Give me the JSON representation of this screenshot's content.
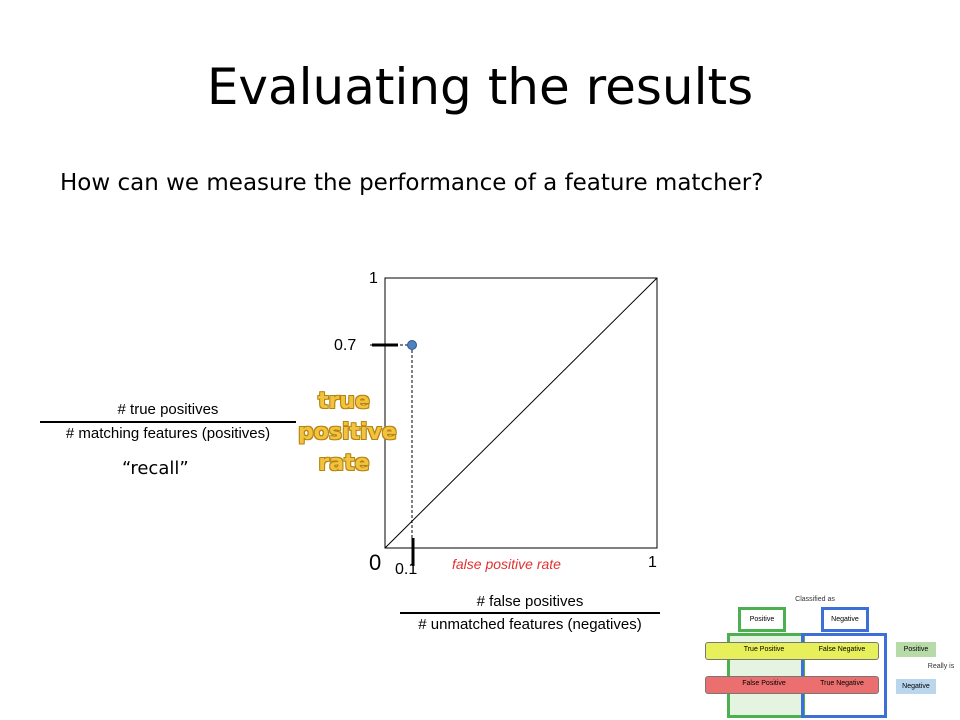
{
  "slide": {
    "title": "Evaluating the results",
    "subtitle": "How can we measure the performance of a feature matcher?"
  },
  "roc_plot": {
    "y_top_label": "1",
    "origin_label": "0",
    "x_right_label": "1",
    "point_y_label": "0.7",
    "point_x_label": "0.1",
    "point": {
      "fpr": 0.1,
      "tpr": 0.7
    },
    "x_axis_caption": "false positive rate",
    "y_axis_caption": [
      "true",
      "positive",
      "rate"
    ],
    "colors": {
      "point": "#4f81bd",
      "caption_x": "#e03232",
      "caption_y": "#f3c33f"
    }
  },
  "tpr_formula": {
    "numerator": "# true positives",
    "denominator": "# matching features (positives)",
    "alias": "“recall”"
  },
  "fpr_formula": {
    "numerator": "# false positives",
    "denominator": "# unmatched features (negatives)"
  },
  "confusion_diagram": {
    "classified_as": "Classified as",
    "col_positive": "Positive",
    "col_negative": "Negative",
    "true_positive": "True Positive",
    "false_negative": "False Negative",
    "false_positive": "False Positive",
    "true_negative": "True Negative",
    "really_is": "Really is",
    "row_positive": "Positive",
    "row_negative": "Negative"
  }
}
